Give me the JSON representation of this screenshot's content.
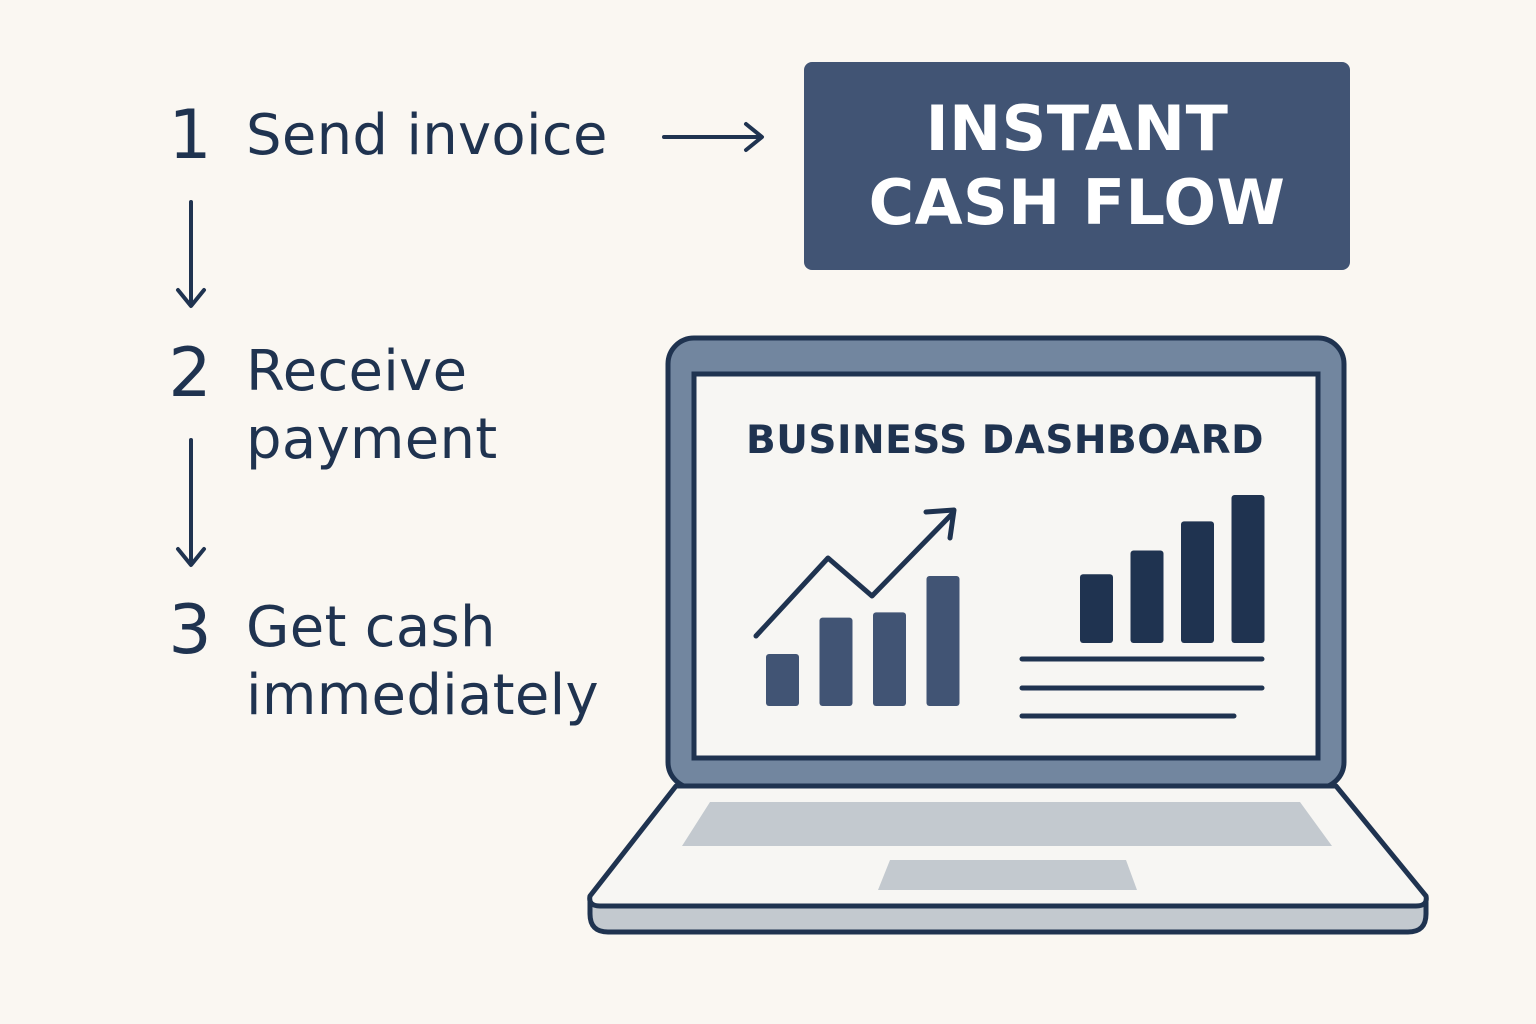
{
  "steps": [
    {
      "number": "1",
      "line1": "Send invoice",
      "line2": ""
    },
    {
      "number": "2",
      "line1": "Receive",
      "line2": "payment"
    },
    {
      "number": "3",
      "line1": "Get cash",
      "line2": "immediately"
    }
  ],
  "callout": {
    "line1": "INSTANT",
    "line2": "CASH FLOW"
  },
  "dashboard": {
    "title": "BUSINESS DASHBOARD"
  },
  "colors": {
    "background": "#faf7f2",
    "text": "#1f3350",
    "callout": "#415474",
    "bars_left": "#415474",
    "bars_right": "#1f3350",
    "laptop_frame": "#72869f",
    "keyboard": "#c3c9cf"
  },
  "chart_data": [
    {
      "type": "bar",
      "values": [
        2,
        3.4,
        3.6,
        5
      ],
      "trend": "up-arrow"
    },
    {
      "type": "bar",
      "values": [
        2.6,
        3.5,
        4.6,
        5.6
      ]
    }
  ]
}
